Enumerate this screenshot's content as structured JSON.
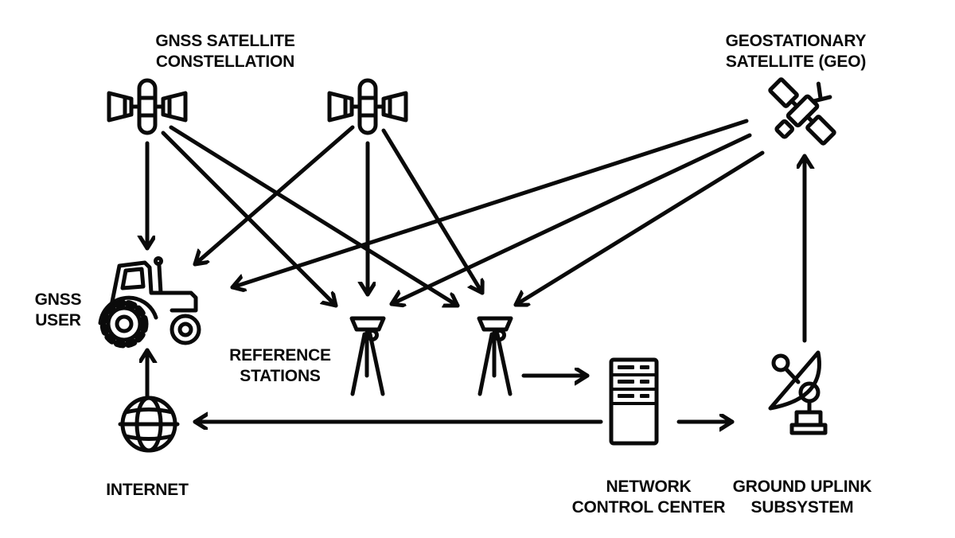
{
  "canvas": {
    "background": "#ffffff",
    "ink": "#0a0a0a"
  },
  "nodes": {
    "gnss_constellation": {
      "label_line1": "GNSS SATELLITE",
      "label_line2": "CONSTELLATION",
      "icon": "gnss-satellite-icon",
      "icon_count": 2
    },
    "geo": {
      "label_line1": "GEOSTATIONARY",
      "label_line2": "SATELLITE (GEO)",
      "icon": "geo-satellite-icon"
    },
    "gnss_user": {
      "label_line1": "GNSS",
      "label_line2": "USER",
      "icon": "tractor-icon"
    },
    "reference_stations": {
      "label_line1": "REFERENCE",
      "label_line2": "STATIONS",
      "icon": "survey-tripod-icon",
      "icon_count": 2
    },
    "internet": {
      "label": "INTERNET",
      "icon": "globe-icon"
    },
    "network_control_center": {
      "label_line1": "NETWORK",
      "label_line2": "CONTROL CENTER",
      "icon": "server-icon"
    },
    "ground_uplink": {
      "label_line1": "GROUND UPLINK",
      "label_line2": "SUBSYSTEM",
      "icon": "satellite-dish-icon"
    }
  },
  "connections": [
    {
      "from": "gnss_satellite_1",
      "to": "gnss_user"
    },
    {
      "from": "gnss_satellite_1",
      "to": "reference_station_1"
    },
    {
      "from": "gnss_satellite_1",
      "to": "reference_station_2"
    },
    {
      "from": "gnss_satellite_2",
      "to": "gnss_user"
    },
    {
      "from": "gnss_satellite_2",
      "to": "reference_station_1"
    },
    {
      "from": "gnss_satellite_2",
      "to": "reference_station_2"
    },
    {
      "from": "geo_satellite",
      "to": "gnss_user"
    },
    {
      "from": "geo_satellite",
      "to": "reference_station_1"
    },
    {
      "from": "geo_satellite",
      "to": "reference_station_2"
    },
    {
      "from": "reference_station_2",
      "to": "network_control_center"
    },
    {
      "from": "network_control_center",
      "to": "internet"
    },
    {
      "from": "network_control_center",
      "to": "ground_uplink"
    },
    {
      "from": "internet",
      "to": "gnss_user"
    },
    {
      "from": "ground_uplink",
      "to": "geo_satellite"
    }
  ]
}
